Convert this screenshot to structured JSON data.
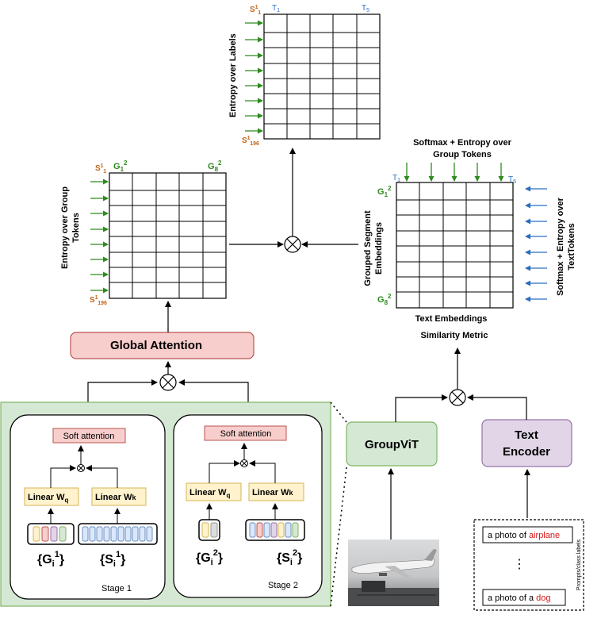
{
  "top_matrix": {
    "ylabel": "Entropy over  Labels",
    "row_top": "S",
    "row_top_sup": "1",
    "row_top_sub": "1",
    "row_bottom": "S",
    "row_bottom_sup": "1",
    "row_bottom_sub": "196",
    "col_left": "T",
    "col_left_sub": "1",
    "col_right": "T",
    "col_right_sub": "5"
  },
  "left_matrix": {
    "ylabel_line1": "Entropy over  Group",
    "ylabel_line2": "Tokens",
    "row_top": "S",
    "row_top_sup": "1",
    "row_top_sub": "1",
    "row_bottom": "S",
    "row_bottom_sup": "1",
    "row_bottom_sub": "196",
    "col_left": "G",
    "col_left_sub": "1",
    "col_left_sup": "2",
    "col_right": "G",
    "col_right_sub": "8",
    "col_right_sup": "2"
  },
  "right_matrix": {
    "top_caption_line1": "Softmax + Entropy over",
    "top_caption_line2": "Group Tokens",
    "ylabel_line1": "Grouped Segment",
    "ylabel_line2": "Embeddings",
    "side_line1": "Softmax + Entropy over",
    "side_line2": "TextTokens",
    "row_top": "G",
    "row_top_sub": "1",
    "row_top_sup": "2",
    "row_bottom": "G",
    "row_bottom_sub": "8",
    "row_bottom_sup": "2",
    "col_left": "T",
    "col_left_sub": "1",
    "col_right": "T",
    "col_right_sub": "5",
    "xlabel": "Text Embeddings",
    "metric_label": "Similarity Metric"
  },
  "global_attention": {
    "label": "Global Attention"
  },
  "groupvit": {
    "label": "GroupViT"
  },
  "text_encoder": {
    "line1": "Text",
    "line2": "Encoder"
  },
  "prompts": {
    "first": "a photo of ",
    "first_highlight": "airplane",
    "second": "a photo of a ",
    "second_highlight": "dog",
    "side_label": "Prompts/class labels",
    "ellipsis": "⋮"
  },
  "stage1": {
    "soft_attention": "Soft attention",
    "linear_q": "Linear  W",
    "q_sub": "q",
    "linear_k": "Linear  W",
    "k_sub": "k",
    "group_token": "{G",
    "group_sub": "i",
    "group_sup": "1",
    "segment_token": "{S",
    "segment_sub": "i",
    "segment_sup": "1",
    "caption": "Stage 1"
  },
  "stage2": {
    "soft_attention": "Soft attention",
    "linear_q": "Linear  W",
    "q_sub": "q",
    "linear_k": "Linear  W",
    "k_sub": "k",
    "group_token": "{G",
    "group_sub": "i",
    "group_sup": "2",
    "segment_token": "{S",
    "segment_sub": "i",
    "segment_sup": "2",
    "caption": "Stage 2"
  },
  "colors": {
    "attention_fill": "#f8cecc",
    "attention_stroke": "#b85450",
    "groupvit_fill": "#d5e8d4",
    "groupvit_stroke": "#82b366",
    "encoder_fill": "#e1d5e7",
    "encoder_stroke": "#9673a6",
    "linear_fill": "#fff2cc",
    "linear_stroke": "#d6b656",
    "arrow_green": "#2e8b1e",
    "arrow_blue": "#2a6fbf"
  }
}
